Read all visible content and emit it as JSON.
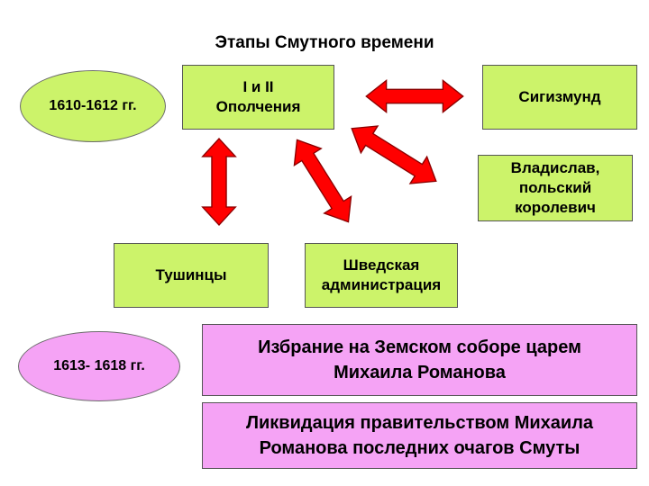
{
  "title": "Этапы Смутного времени",
  "periods": {
    "first": "1610-1612 гг.",
    "second": "1613- 1618 гг."
  },
  "nodes": {
    "militia": {
      "line1": "I и II",
      "line2": "Ополчения"
    },
    "sigismund": "Сигизмунд",
    "vladislav": {
      "line1": "Владислав,",
      "line2": "польский",
      "line3": "королевич"
    },
    "tushino": "Тушинцы",
    "swedish": {
      "line1": "Шведская",
      "line2": "администрация"
    },
    "election": {
      "line1": "Избрание на Земском соборе царем",
      "line2": "Михаила Романова"
    },
    "liquidation": {
      "line1": "Ликвидация правительством Михаила",
      "line2": "Романова последних очагов Смуты"
    }
  },
  "colors": {
    "ellipse_fill": "#ccf36a",
    "second_ellipse_fill": "#f5a3f5",
    "green_box": "#ccf36a",
    "pink_box": "#f5a3f5",
    "arrow": "#ff0000"
  }
}
